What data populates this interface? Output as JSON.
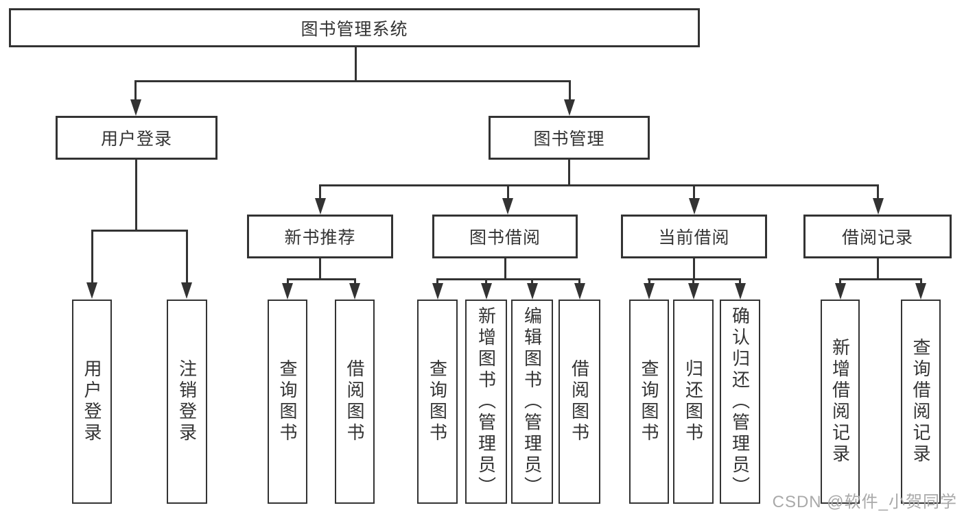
{
  "colors": {
    "background": "#ffffff",
    "line": "#333333",
    "box_border": "#333333",
    "text": "#333333",
    "watermark": "#a9a9a9"
  },
  "watermark": {
    "text": "CSDN @软件_小贺同学"
  },
  "tree": {
    "label": "图书管理系统",
    "children": [
      {
        "label": "用户登录",
        "children": [
          {
            "label": "用户登录"
          },
          {
            "label": "注销登录"
          }
        ]
      },
      {
        "label": "图书管理",
        "children": [
          {
            "label": "新书推荐",
            "children": [
              {
                "label": "查询图书"
              },
              {
                "label": "借阅图书"
              }
            ]
          },
          {
            "label": "图书借阅",
            "children": [
              {
                "label": "查询图书"
              },
              {
                "label": "新增图书（管理员）"
              },
              {
                "label": "编辑图书（管理员）"
              },
              {
                "label": "借阅图书"
              }
            ]
          },
          {
            "label": "当前借阅",
            "children": [
              {
                "label": "查询图书"
              },
              {
                "label": "归还图书"
              },
              {
                "label": "确认归还（管理员）"
              }
            ]
          },
          {
            "label": "借阅记录",
            "children": [
              {
                "label": "新增借阅记录"
              },
              {
                "label": "查询借阅记录"
              }
            ]
          }
        ]
      }
    ]
  }
}
